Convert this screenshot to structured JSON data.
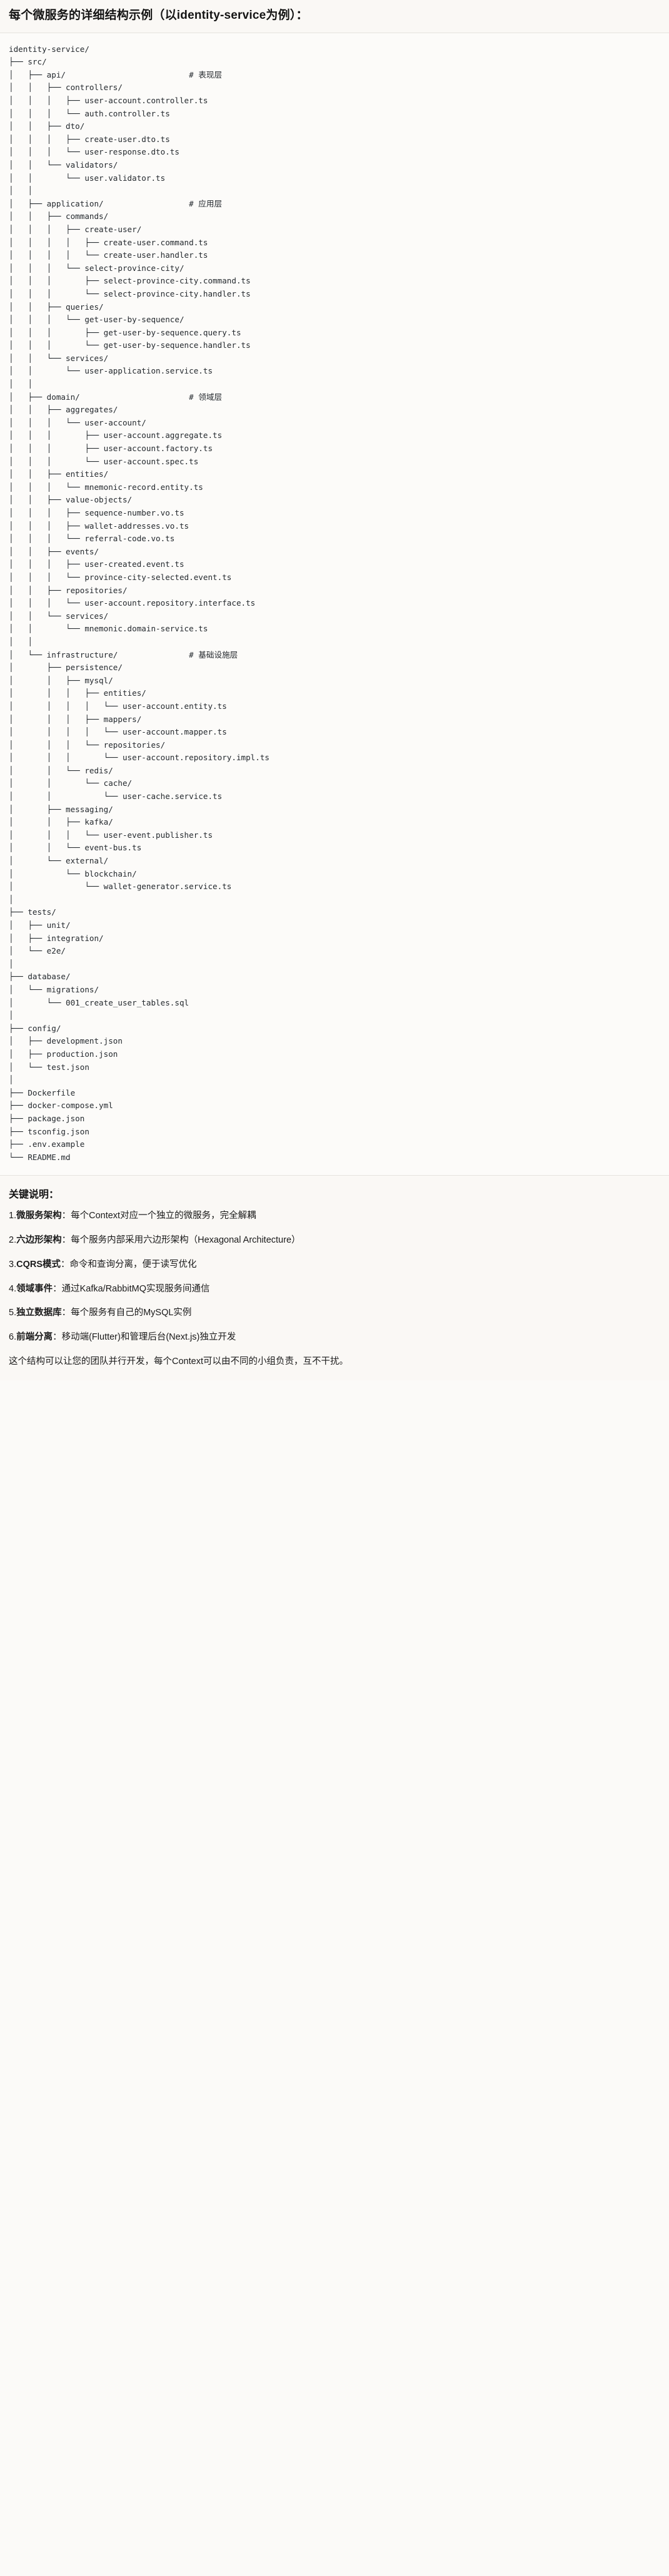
{
  "title": "每个微服务的详细结构示例（以identity-service为例）：",
  "tree": {
    "root": "identity-service/",
    "lines": [
      {
        "prefix": "",
        "name": "identity-service/",
        "comment": ""
      },
      {
        "prefix": "├── ",
        "name": "src/",
        "comment": ""
      },
      {
        "prefix": "│   ├── ",
        "name": "api/",
        "comment": "# 表现层"
      },
      {
        "prefix": "│   │   ├── ",
        "name": "controllers/",
        "comment": ""
      },
      {
        "prefix": "│   │   │   ├── ",
        "name": "user-account.controller.ts",
        "comment": ""
      },
      {
        "prefix": "│   │   │   └── ",
        "name": "auth.controller.ts",
        "comment": ""
      },
      {
        "prefix": "│   │   ├── ",
        "name": "dto/",
        "comment": ""
      },
      {
        "prefix": "│   │   │   ├── ",
        "name": "create-user.dto.ts",
        "comment": ""
      },
      {
        "prefix": "│   │   │   └── ",
        "name": "user-response.dto.ts",
        "comment": ""
      },
      {
        "prefix": "│   │   └── ",
        "name": "validators/",
        "comment": ""
      },
      {
        "prefix": "│   │       └── ",
        "name": "user.validator.ts",
        "comment": ""
      },
      {
        "prefix": "│   │",
        "name": "",
        "comment": ""
      },
      {
        "prefix": "│   ├── ",
        "name": "application/",
        "comment": "# 应用层"
      },
      {
        "prefix": "│   │   ├── ",
        "name": "commands/",
        "comment": ""
      },
      {
        "prefix": "│   │   │   ├── ",
        "name": "create-user/",
        "comment": ""
      },
      {
        "prefix": "│   │   │   │   ├── ",
        "name": "create-user.command.ts",
        "comment": ""
      },
      {
        "prefix": "│   │   │   │   └── ",
        "name": "create-user.handler.ts",
        "comment": ""
      },
      {
        "prefix": "│   │   │   └── ",
        "name": "select-province-city/",
        "comment": ""
      },
      {
        "prefix": "│   │   │       ├── ",
        "name": "select-province-city.command.ts",
        "comment": ""
      },
      {
        "prefix": "│   │   │       └── ",
        "name": "select-province-city.handler.ts",
        "comment": ""
      },
      {
        "prefix": "│   │   ├── ",
        "name": "queries/",
        "comment": ""
      },
      {
        "prefix": "│   │   │   └── ",
        "name": "get-user-by-sequence/",
        "comment": ""
      },
      {
        "prefix": "│   │   │       ├── ",
        "name": "get-user-by-sequence.query.ts",
        "comment": ""
      },
      {
        "prefix": "│   │   │       └── ",
        "name": "get-user-by-sequence.handler.ts",
        "comment": ""
      },
      {
        "prefix": "│   │   └── ",
        "name": "services/",
        "comment": ""
      },
      {
        "prefix": "│   │       └── ",
        "name": "user-application.service.ts",
        "comment": ""
      },
      {
        "prefix": "│   │",
        "name": "",
        "comment": ""
      },
      {
        "prefix": "│   ├── ",
        "name": "domain/",
        "comment": "# 领域层"
      },
      {
        "prefix": "│   │   ├── ",
        "name": "aggregates/",
        "comment": ""
      },
      {
        "prefix": "│   │   │   └── ",
        "name": "user-account/",
        "comment": ""
      },
      {
        "prefix": "│   │   │       ├── ",
        "name": "user-account.aggregate.ts",
        "comment": ""
      },
      {
        "prefix": "│   │   │       ├── ",
        "name": "user-account.factory.ts",
        "comment": ""
      },
      {
        "prefix": "│   │   │       └── ",
        "name": "user-account.spec.ts",
        "comment": ""
      },
      {
        "prefix": "│   │   ├── ",
        "name": "entities/",
        "comment": ""
      },
      {
        "prefix": "│   │   │   └── ",
        "name": "mnemonic-record.entity.ts",
        "comment": ""
      },
      {
        "prefix": "│   │   ├── ",
        "name": "value-objects/",
        "comment": ""
      },
      {
        "prefix": "│   │   │   ├── ",
        "name": "sequence-number.vo.ts",
        "comment": ""
      },
      {
        "prefix": "│   │   │   ├── ",
        "name": "wallet-addresses.vo.ts",
        "comment": ""
      },
      {
        "prefix": "│   │   │   └── ",
        "name": "referral-code.vo.ts",
        "comment": ""
      },
      {
        "prefix": "│   │   ├── ",
        "name": "events/",
        "comment": ""
      },
      {
        "prefix": "│   │   │   ├── ",
        "name": "user-created.event.ts",
        "comment": ""
      },
      {
        "prefix": "│   │   │   └── ",
        "name": "province-city-selected.event.ts",
        "comment": ""
      },
      {
        "prefix": "│   │   ├── ",
        "name": "repositories/",
        "comment": ""
      },
      {
        "prefix": "│   │   │   └── ",
        "name": "user-account.repository.interface.ts",
        "comment": ""
      },
      {
        "prefix": "│   │   └── ",
        "name": "services/",
        "comment": ""
      },
      {
        "prefix": "│   │       └── ",
        "name": "mnemonic.domain-service.ts",
        "comment": ""
      },
      {
        "prefix": "│   │",
        "name": "",
        "comment": ""
      },
      {
        "prefix": "│   └── ",
        "name": "infrastructure/",
        "comment": "# 基础设施层"
      },
      {
        "prefix": "│       ├── ",
        "name": "persistence/",
        "comment": ""
      },
      {
        "prefix": "│       │   ├── ",
        "name": "mysql/",
        "comment": ""
      },
      {
        "prefix": "│       │   │   ├── ",
        "name": "entities/",
        "comment": ""
      },
      {
        "prefix": "│       │   │   │   └── ",
        "name": "user-account.entity.ts",
        "comment": ""
      },
      {
        "prefix": "│       │   │   ├── ",
        "name": "mappers/",
        "comment": ""
      },
      {
        "prefix": "│       │   │   │   └── ",
        "name": "user-account.mapper.ts",
        "comment": ""
      },
      {
        "prefix": "│       │   │   └── ",
        "name": "repositories/",
        "comment": ""
      },
      {
        "prefix": "│       │   │       └── ",
        "name": "user-account.repository.impl.ts",
        "comment": ""
      },
      {
        "prefix": "│       │   └── ",
        "name": "redis/",
        "comment": ""
      },
      {
        "prefix": "│       │       └── ",
        "name": "cache/",
        "comment": ""
      },
      {
        "prefix": "│       │           └── ",
        "name": "user-cache.service.ts",
        "comment": ""
      },
      {
        "prefix": "│       ├── ",
        "name": "messaging/",
        "comment": ""
      },
      {
        "prefix": "│       │   ├── ",
        "name": "kafka/",
        "comment": ""
      },
      {
        "prefix": "│       │   │   └── ",
        "name": "user-event.publisher.ts",
        "comment": ""
      },
      {
        "prefix": "│       │   └── ",
        "name": "event-bus.ts",
        "comment": ""
      },
      {
        "prefix": "│       └── ",
        "name": "external/",
        "comment": ""
      },
      {
        "prefix": "│           └── ",
        "name": "blockchain/",
        "comment": ""
      },
      {
        "prefix": "│               └── ",
        "name": "wallet-generator.service.ts",
        "comment": ""
      },
      {
        "prefix": "│",
        "name": "",
        "comment": ""
      },
      {
        "prefix": "├── ",
        "name": "tests/",
        "comment": ""
      },
      {
        "prefix": "│   ├── ",
        "name": "unit/",
        "comment": ""
      },
      {
        "prefix": "│   ├── ",
        "name": "integration/",
        "comment": ""
      },
      {
        "prefix": "│   └── ",
        "name": "e2e/",
        "comment": ""
      },
      {
        "prefix": "│",
        "name": "",
        "comment": ""
      },
      {
        "prefix": "├── ",
        "name": "database/",
        "comment": ""
      },
      {
        "prefix": "│   └── ",
        "name": "migrations/",
        "comment": ""
      },
      {
        "prefix": "│       └── ",
        "name": "001_create_user_tables.sql",
        "comment": ""
      },
      {
        "prefix": "│",
        "name": "",
        "comment": ""
      },
      {
        "prefix": "├── ",
        "name": "config/",
        "comment": ""
      },
      {
        "prefix": "│   ├── ",
        "name": "development.json",
        "comment": ""
      },
      {
        "prefix": "│   ├── ",
        "name": "production.json",
        "comment": ""
      },
      {
        "prefix": "│   └── ",
        "name": "test.json",
        "comment": ""
      },
      {
        "prefix": "│",
        "name": "",
        "comment": ""
      },
      {
        "prefix": "├── ",
        "name": "Dockerfile",
        "comment": ""
      },
      {
        "prefix": "├── ",
        "name": "docker-compose.yml",
        "comment": ""
      },
      {
        "prefix": "├── ",
        "name": "package.json",
        "comment": ""
      },
      {
        "prefix": "├── ",
        "name": "tsconfig.json",
        "comment": ""
      },
      {
        "prefix": "├── ",
        "name": ".env.example",
        "comment": ""
      },
      {
        "prefix": "└── ",
        "name": "README.md",
        "comment": ""
      }
    ],
    "text": "identity-service/\n├── src/\n│   ├── api/                          # 表现层\n│   │   ├── controllers/\n│   │   │   ├── user-account.controller.ts\n│   │   │   └── auth.controller.ts\n│   │   ├── dto/\n│   │   │   ├── create-user.dto.ts\n│   │   │   └── user-response.dto.ts\n│   │   └── validators/\n│   │       └── user.validator.ts\n│   │\n│   ├── application/                  # 应用层\n│   │   ├── commands/\n│   │   │   ├── create-user/\n│   │   │   │   ├── create-user.command.ts\n│   │   │   │   └── create-user.handler.ts\n│   │   │   └── select-province-city/\n│   │   │       ├── select-province-city.command.ts\n│   │   │       └── select-province-city.handler.ts\n│   │   ├── queries/\n│   │   │   └── get-user-by-sequence/\n│   │   │       ├── get-user-by-sequence.query.ts\n│   │   │       └── get-user-by-sequence.handler.ts\n│   │   └── services/\n│   │       └── user-application.service.ts\n│   │\n│   ├── domain/                       # 领域层\n│   │   ├── aggregates/\n│   │   │   └── user-account/\n│   │   │       ├── user-account.aggregate.ts\n│   │   │       ├── user-account.factory.ts\n│   │   │       └── user-account.spec.ts\n│   │   ├── entities/\n│   │   │   └── mnemonic-record.entity.ts\n│   │   ├── value-objects/\n│   │   │   ├── sequence-number.vo.ts\n│   │   │   ├── wallet-addresses.vo.ts\n│   │   │   └── referral-code.vo.ts\n│   │   ├── events/\n│   │   │   ├── user-created.event.ts\n│   │   │   └── province-city-selected.event.ts\n│   │   ├── repositories/\n│   │   │   └── user-account.repository.interface.ts\n│   │   └── services/\n│   │       └── mnemonic.domain-service.ts\n│   │\n│   └── infrastructure/               # 基础设施层\n│       ├── persistence/\n│       │   ├── mysql/\n│       │   │   ├── entities/\n│       │   │   │   └── user-account.entity.ts\n│       │   │   ├── mappers/\n│       │   │   │   └── user-account.mapper.ts\n│       │   │   └── repositories/\n│       │   │       └── user-account.repository.impl.ts\n│       │   └── redis/\n│       │       └── cache/\n│       │           └── user-cache.service.ts\n│       ├── messaging/\n│       │   ├── kafka/\n│       │   │   └── user-event.publisher.ts\n│       │   └── event-bus.ts\n│       └── external/\n│           └── blockchain/\n│               └── wallet-generator.service.ts\n│\n├── tests/\n│   ├── unit/\n│   ├── integration/\n│   └── e2e/\n│\n├── database/\n│   └── migrations/\n│       └── 001_create_user_tables.sql\n│\n├── config/\n│   ├── development.json\n│   ├── production.json\n│   └── test.json\n│\n├── Dockerfile\n├── docker-compose.yml\n├── package.json\n├── tsconfig.json\n├── .env.example\n└── README.md"
  },
  "notes": {
    "heading": "关键说明：",
    "items": [
      {
        "num": "1.",
        "label": "微服务架构",
        "sep": "：",
        "text": "每个Context对应一个独立的微服务，完全解耦"
      },
      {
        "num": "2.",
        "label": "六边形架构",
        "sep": "：",
        "text": "每个服务内部采用六边形架构（Hexagonal Architecture）"
      },
      {
        "num": "3.",
        "label": "CQRS模式",
        "sep": "：",
        "text": "命令和查询分离，便于读写优化"
      },
      {
        "num": "4.",
        "label": "领域事件",
        "sep": "：",
        "text": "通过Kafka/RabbitMQ实现服务间通信"
      },
      {
        "num": "5.",
        "label": "独立数据库",
        "sep": "：",
        "text": "每个服务有自己的MySQL实例"
      },
      {
        "num": "6.",
        "label": "前端分离",
        "sep": "：",
        "text": "移动端(Flutter)和管理后台(Next.js)独立开发"
      }
    ],
    "closing": "这个结构可以让您的团队并行开发，每个Context可以由不同的小组负责，互不干扰。"
  }
}
